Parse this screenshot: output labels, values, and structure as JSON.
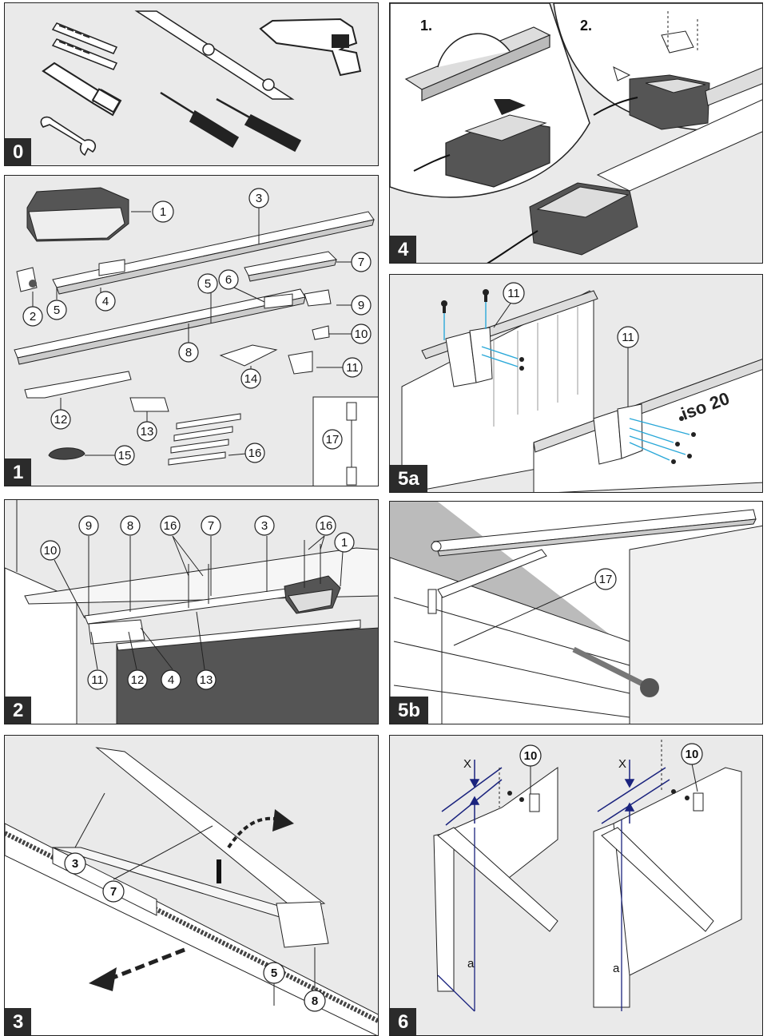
{
  "panels": {
    "p0": {
      "step": "0"
    },
    "p1": {
      "step": "1",
      "callouts": [
        "1",
        "2",
        "3",
        "4",
        "5",
        "5",
        "6",
        "7",
        "8",
        "9",
        "10",
        "11",
        "12",
        "13",
        "14",
        "15",
        "16",
        "17"
      ]
    },
    "p2": {
      "step": "2",
      "callouts": [
        "9",
        "8",
        "16",
        "7",
        "3",
        "16",
        "1",
        "10",
        "11",
        "12",
        "4",
        "13"
      ]
    },
    "p3": {
      "step": "3",
      "callouts": [
        "3",
        "7",
        "5",
        "8"
      ]
    },
    "p4": {
      "step": "4",
      "substeps": [
        "1.",
        "2."
      ]
    },
    "p5a": {
      "step": "5a",
      "callouts": [
        "11",
        "11"
      ],
      "brand_text": "iso 20"
    },
    "p5b": {
      "step": "5b",
      "callouts": [
        "17"
      ]
    },
    "p6": {
      "step": "6",
      "callouts": [
        "10",
        "10"
      ],
      "dim_labels": [
        "X",
        "a",
        "X",
        "a"
      ]
    }
  },
  "colors": {
    "panel_bg": "#eaeaea",
    "border": "#222222",
    "step_bg": "#2b2b2b",
    "accent_blue": "#1a237e",
    "cyan_guide": "#2aa8d8"
  }
}
